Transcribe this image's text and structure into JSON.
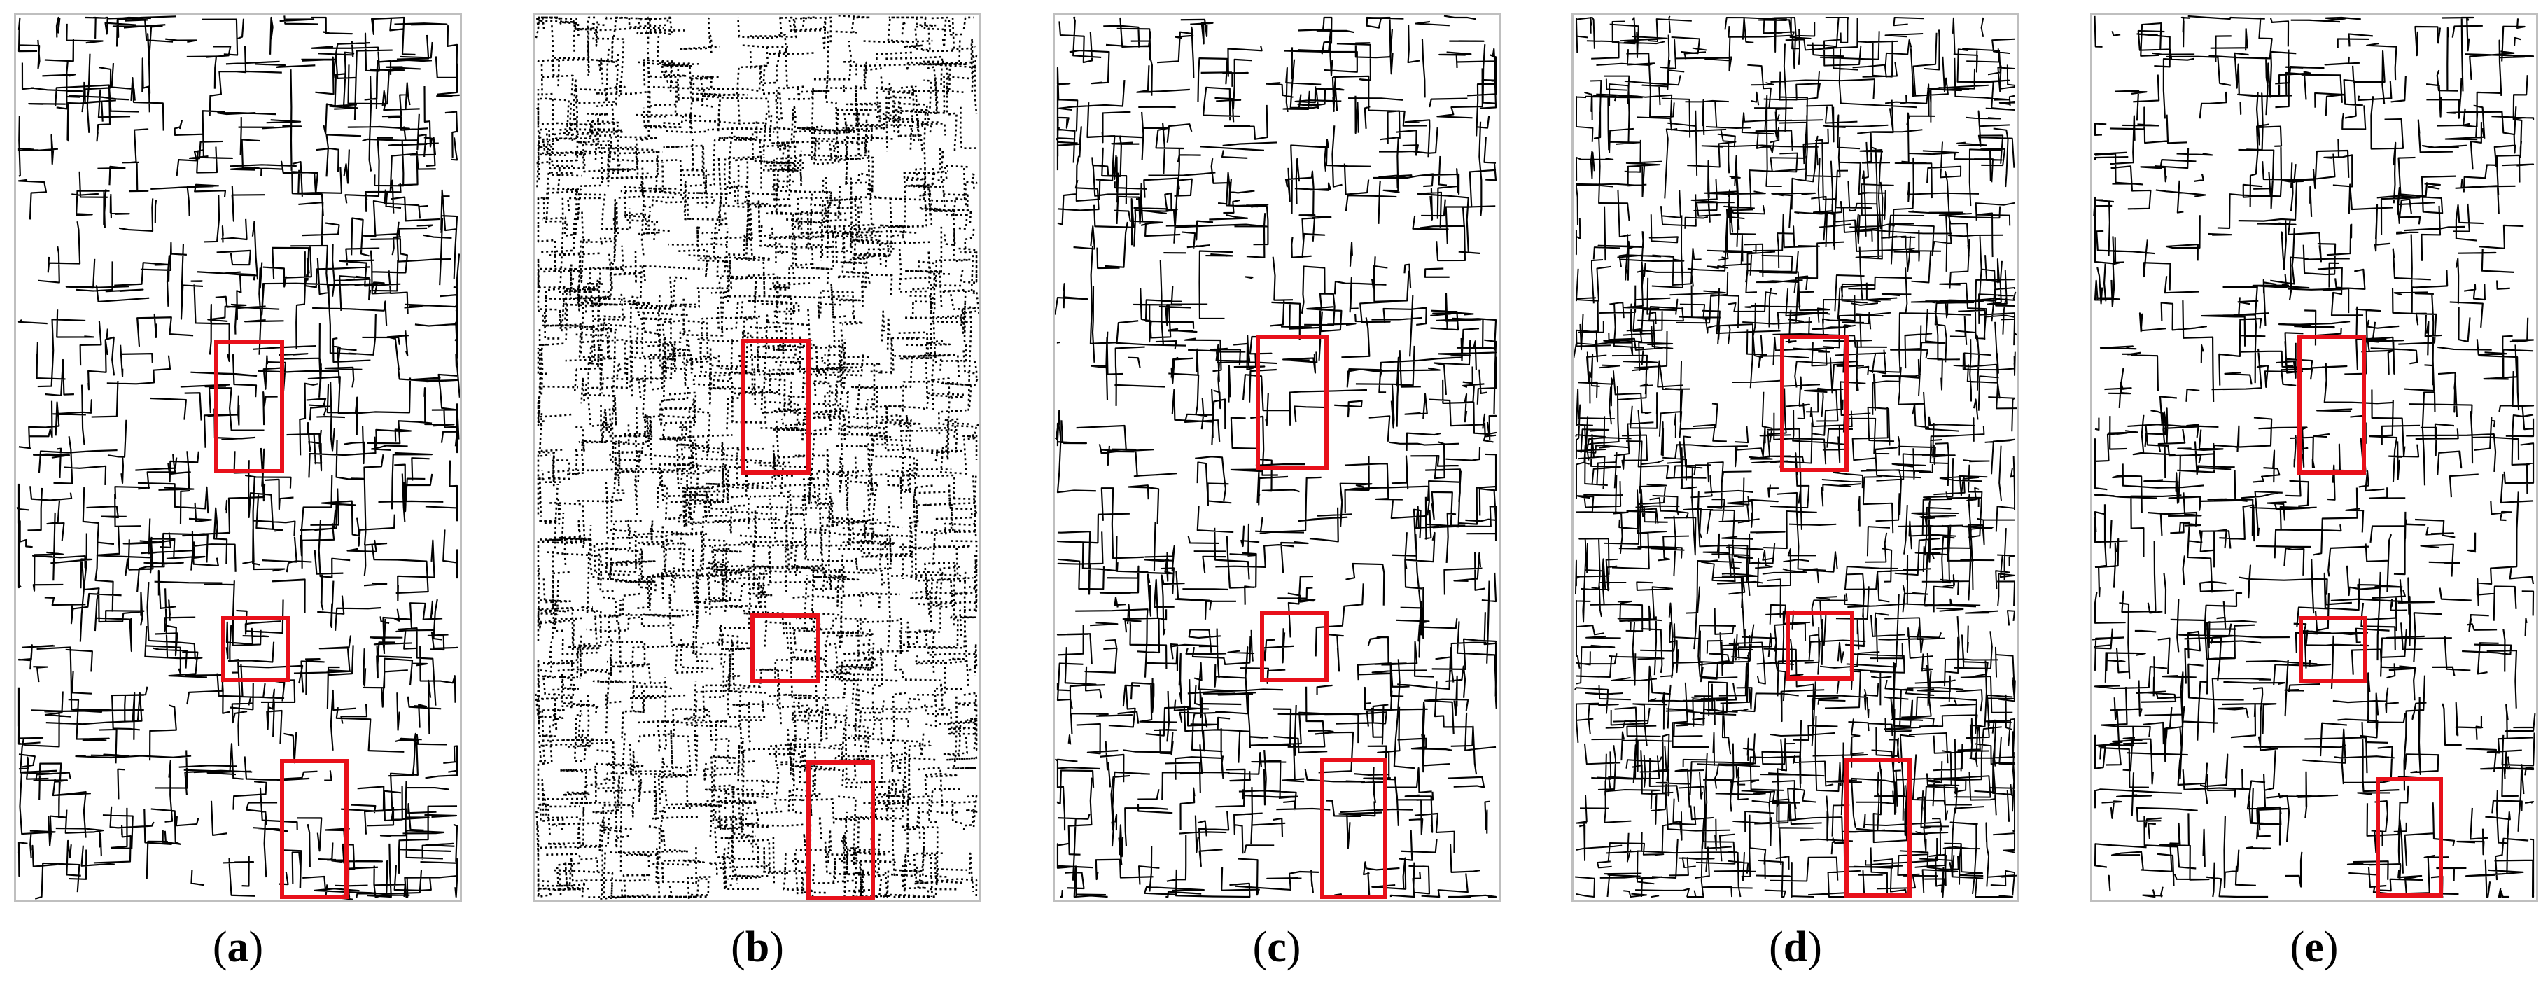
{
  "figure": {
    "panels": [
      {
        "label": "a",
        "density": "medium",
        "caption_prefix": "(",
        "caption_suffix": ")"
      },
      {
        "label": "b",
        "density": "dotted-high",
        "caption_prefix": "(",
        "caption_suffix": ")"
      },
      {
        "label": "c",
        "density": "medium",
        "caption_prefix": "(",
        "caption_suffix": ")"
      },
      {
        "label": "d",
        "density": "high",
        "caption_prefix": "(",
        "caption_suffix": ")"
      },
      {
        "label": "e",
        "density": "medium",
        "caption_prefix": "(",
        "caption_suffix": ")"
      }
    ],
    "colors": {
      "edge": "#000000",
      "highlight_box": "#e8101a",
      "panel_border": "#bfbfbf"
    },
    "highlight_boxes_per_panel": 3
  }
}
